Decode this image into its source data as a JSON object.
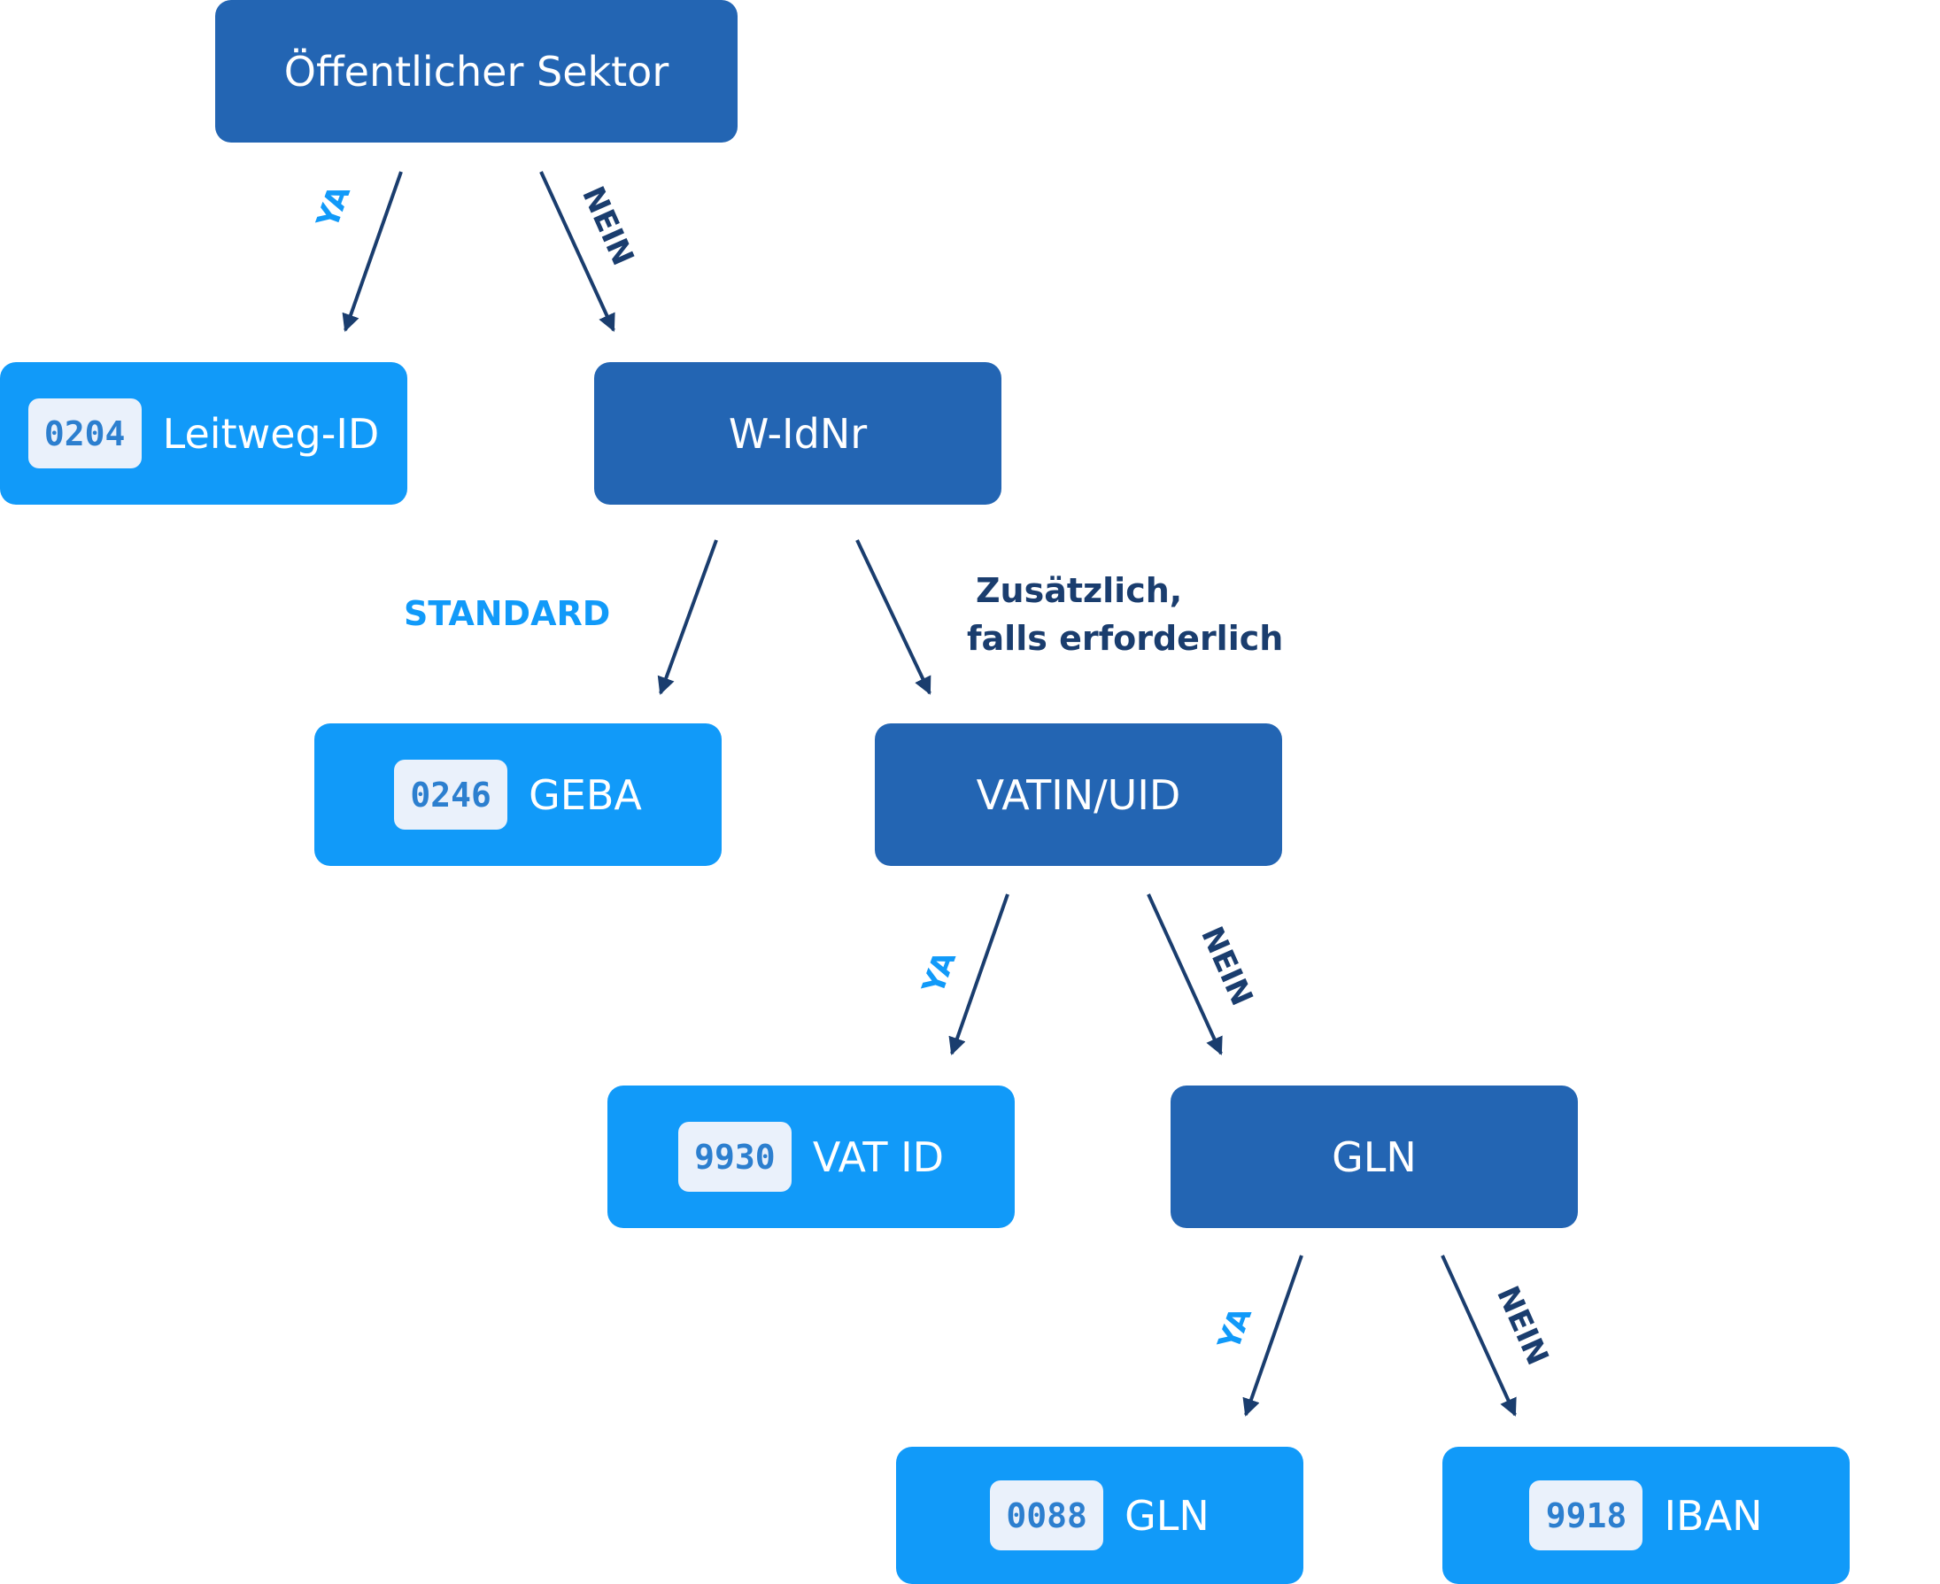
{
  "nodes": {
    "public_sector": "Öffentlicher Sektor",
    "leitweg": {
      "code": "0204",
      "label": "Leitweg-ID"
    },
    "widnr": "W-IdNr",
    "geba": {
      "code": "0246",
      "label": "GEBA"
    },
    "vatin": "VATIN/UID",
    "vat_id": {
      "code": "9930",
      "label": "VAT ID"
    },
    "gln": "GLN",
    "gln_result": {
      "code": "0088",
      "label": "GLN"
    },
    "iban": {
      "code": "9918",
      "label": "IBAN"
    }
  },
  "labels": {
    "yes": "YA",
    "no": "NEIN",
    "standard": "STANDARD",
    "additional_line1": "Zusätzlich,",
    "additional_line2": "falls erforderlich"
  },
  "colors": {
    "decision": "#2365b3",
    "result": "#119af9",
    "arrow": "#1a3d6e",
    "code_bg": "#eaf1fb"
  }
}
